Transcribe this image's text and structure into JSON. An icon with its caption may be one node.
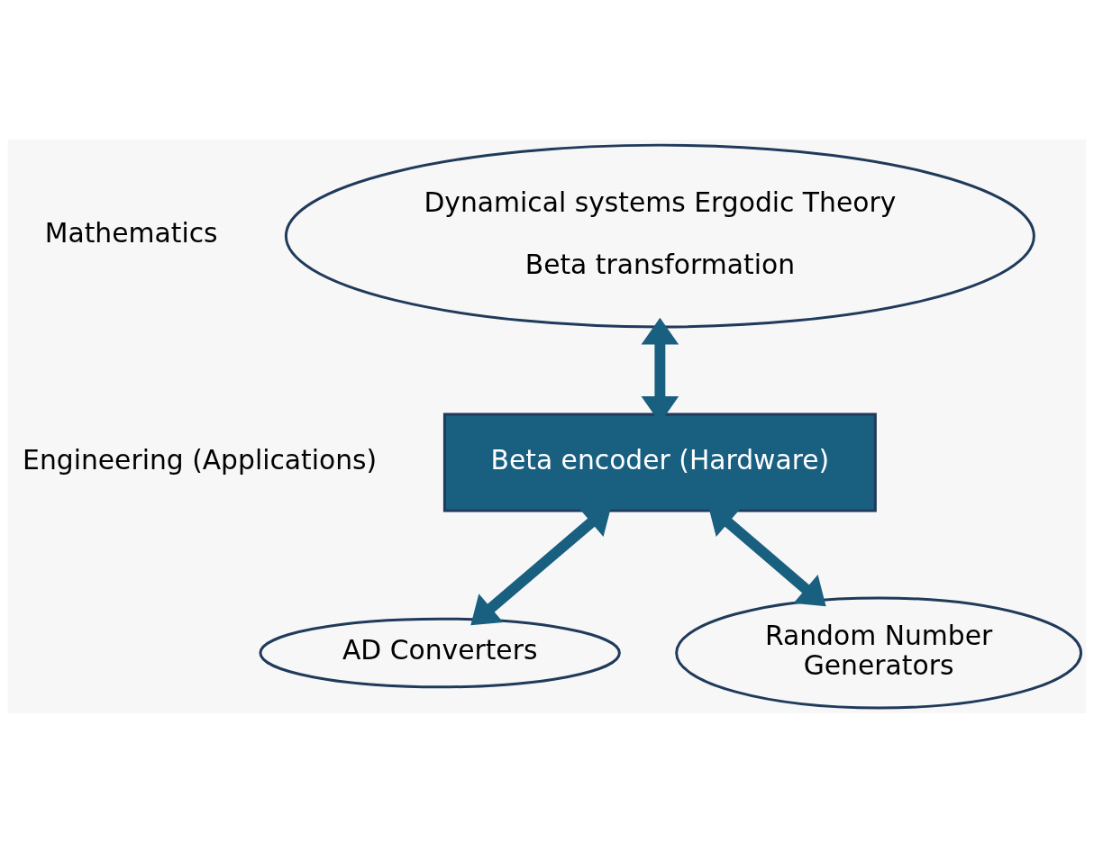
{
  "diagram": {
    "nodes": [
      {
        "text": [
          "Dynamical systems Ergodic Theory",
          "Beta transformation"
        ]
      },
      {
        "text": [
          "Beta encoder (Hardware)"
        ]
      },
      {
        "text": [
          "AD Converters"
        ]
      },
      {
        "text": [
          "Random Number Generators"
        ]
      }
    ],
    "edges": [
      {
        "from": 0,
        "to": 1,
        "arrow": "both"
      },
      {
        "from": 1,
        "to": 2,
        "arrow": "both"
      },
      {
        "from": 1,
        "to": 3,
        "arrow": "both"
      }
    ],
    "labels": [
      "Mathematics",
      "Engineering (Applications)"
    ]
  }
}
